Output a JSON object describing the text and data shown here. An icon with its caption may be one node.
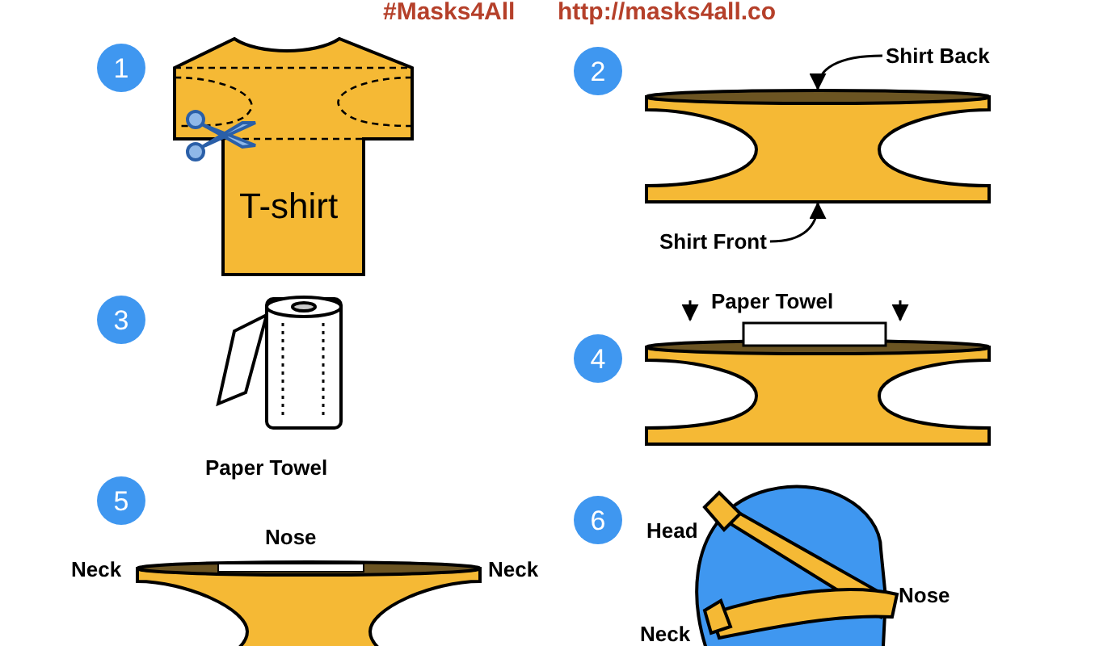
{
  "diagram": {
    "nodes": [
      {
        "text": [
          "1"
        ]
      },
      {
        "text": [
          "T-shirt"
        ]
      },
      {
        "text": [
          "2"
        ]
      },
      {
        "text": [
          "Shirt Back"
        ]
      },
      {
        "text": [],
        "shape": "ellipse"
      },
      {
        "text": [
          "Shirt Front"
        ]
      },
      {
        "text": [],
        "shape": "picture"
      },
      {
        "text": [
          "3"
        ]
      },
      {
        "text": [
          "4"
        ]
      },
      {
        "text": [
          "5"
        ]
      },
      {
        "text": [
          "6"
        ]
      }
    ],
    "edges": [
      {
        "from": 3,
        "to": 4,
        "arrow": "to"
      },
      {
        "from": 5,
        "to": 6,
        "arrow": "to"
      }
    ],
    "labels": [
      "#Masks4All",
      "http://masks4all.co",
      "Paper Towel",
      "Paper Towel",
      "Nose",
      "Neck",
      "Neck",
      "Head",
      "Nose",
      "Neck"
    ]
  }
}
